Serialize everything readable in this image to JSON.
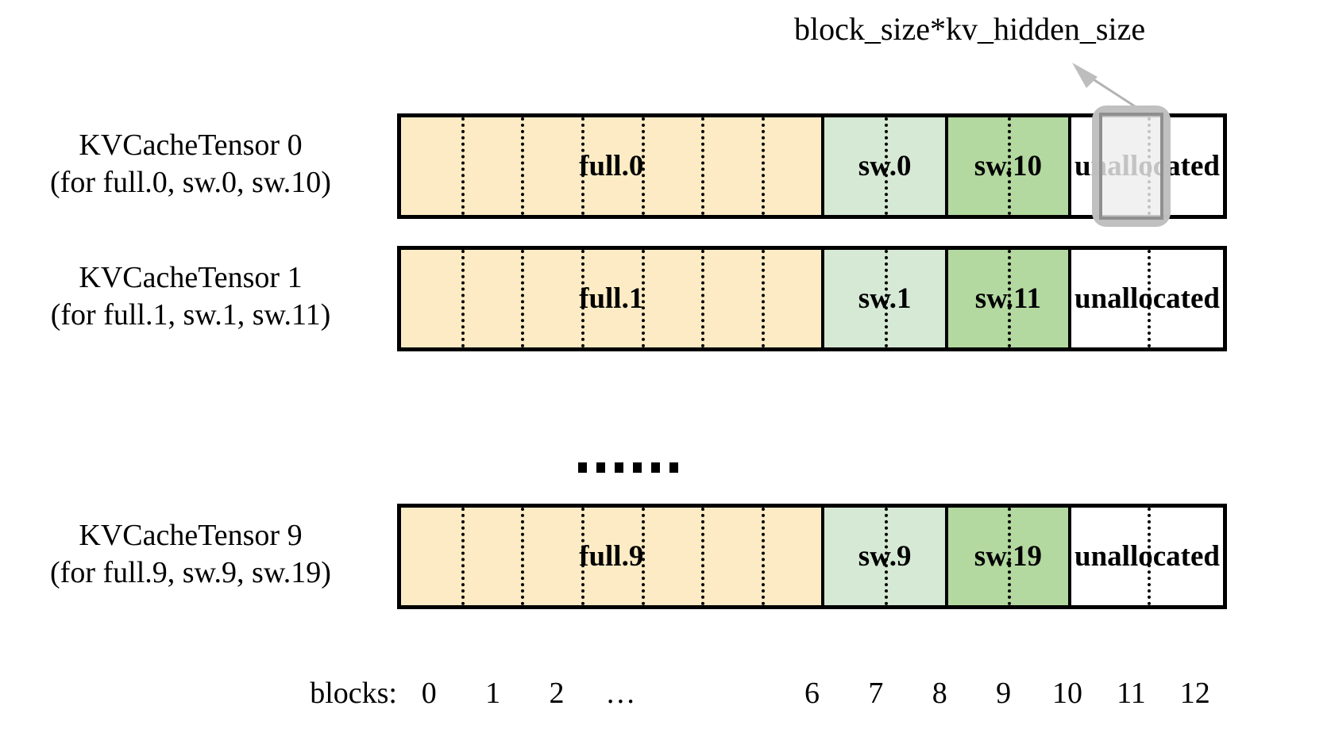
{
  "figure": {
    "annotation": {
      "label": "block_size*kv_hidden_size",
      "arrow_icon": "arrow-up-left-icon",
      "arrow_color": "#b3b3b3",
      "target_block": 11
    },
    "ellipsis": {
      "symbol": "......",
      "dot_count": 6
    },
    "palette": {
      "full_fill": "#FCEBC4",
      "sw_low_fill": "#D6E9D5",
      "sw_high_fill": "#B3D9A0",
      "unallocated_fill": "#FFFFFF",
      "border": "#000000",
      "highlight_border": "#BEBEBE",
      "highlight_fill": "#EEEEEE",
      "arrow": "#B3B3B3"
    },
    "blocks_total": 13,
    "rows": [
      {
        "label_line1": "KVCacheTensor 0",
        "label_line2": "(for full.0, sw.0, sw.10)",
        "segments": [
          {
            "text": "full.0",
            "blocks": 7,
            "fill": "full_fill"
          },
          {
            "text": "sw.0",
            "blocks": 2,
            "fill": "sw_low_fill"
          },
          {
            "text": "sw.10",
            "blocks": 2,
            "fill": "sw_high_fill"
          },
          {
            "text": "unallocated",
            "blocks": 2,
            "fill": "unallocated_fill"
          }
        ],
        "highlighted_block": 11
      },
      {
        "label_line1": "KVCacheTensor 1",
        "label_line2": "(for full.1, sw.1, sw.11)",
        "segments": [
          {
            "text": "full.1",
            "blocks": 7,
            "fill": "full_fill"
          },
          {
            "text": "sw.1",
            "blocks": 2,
            "fill": "sw_low_fill"
          },
          {
            "text": "sw.11",
            "blocks": 2,
            "fill": "sw_high_fill"
          },
          {
            "text": "unallocated",
            "blocks": 2,
            "fill": "unallocated_fill"
          }
        ],
        "highlighted_block": null
      },
      {
        "label_line1": "KVCacheTensor 9",
        "label_line2": "(for full.9, sw.9, sw.19)",
        "segments": [
          {
            "text": "full.9",
            "blocks": 7,
            "fill": "full_fill"
          },
          {
            "text": "sw.9",
            "blocks": 2,
            "fill": "sw_low_fill"
          },
          {
            "text": "sw.19",
            "blocks": 2,
            "fill": "sw_high_fill"
          },
          {
            "text": "unallocated",
            "blocks": 2,
            "fill": "unallocated_fill"
          }
        ],
        "highlighted_block": null
      }
    ],
    "axis": {
      "title": "blocks:",
      "ticks": [
        "0",
        "1",
        "2",
        "…",
        "6",
        "7",
        "8",
        "9",
        "10",
        "11",
        "12"
      ],
      "tick_block_index": [
        0,
        1,
        2,
        3,
        6,
        7,
        8,
        9,
        10,
        11,
        12
      ]
    }
  }
}
